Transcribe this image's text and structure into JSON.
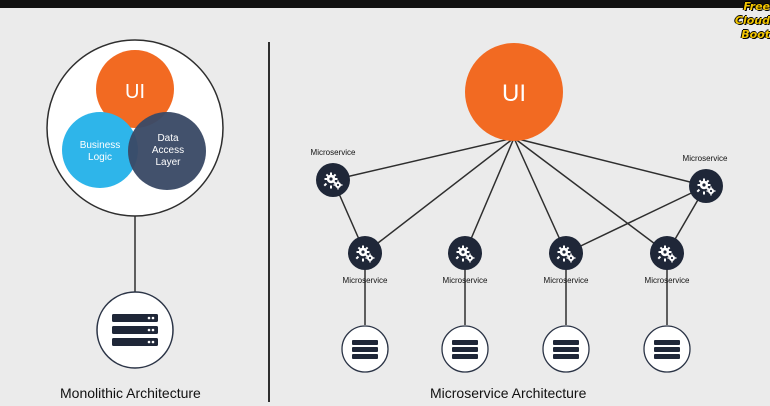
{
  "watermark": [
    "Free",
    "Cloud",
    "Boot"
  ],
  "monolith": {
    "ui_label": "UI",
    "business_logic": [
      "Business",
      "Logic"
    ],
    "data_access": [
      "Data",
      "Access",
      "Layer"
    ],
    "caption": "Monolithic Architecture"
  },
  "microservices": {
    "ui_label": "UI",
    "service_label": "Microservice",
    "caption": "Microservice Architecture"
  },
  "colors": {
    "ui_orange": "#f26a22",
    "logic_blue": "#2eb5ea",
    "data_navy": "#3a4a66",
    "node_dark": "#1f2738",
    "db_border": "#2b3446"
  },
  "icons": [
    "gears-icon",
    "database-server-icon"
  ]
}
